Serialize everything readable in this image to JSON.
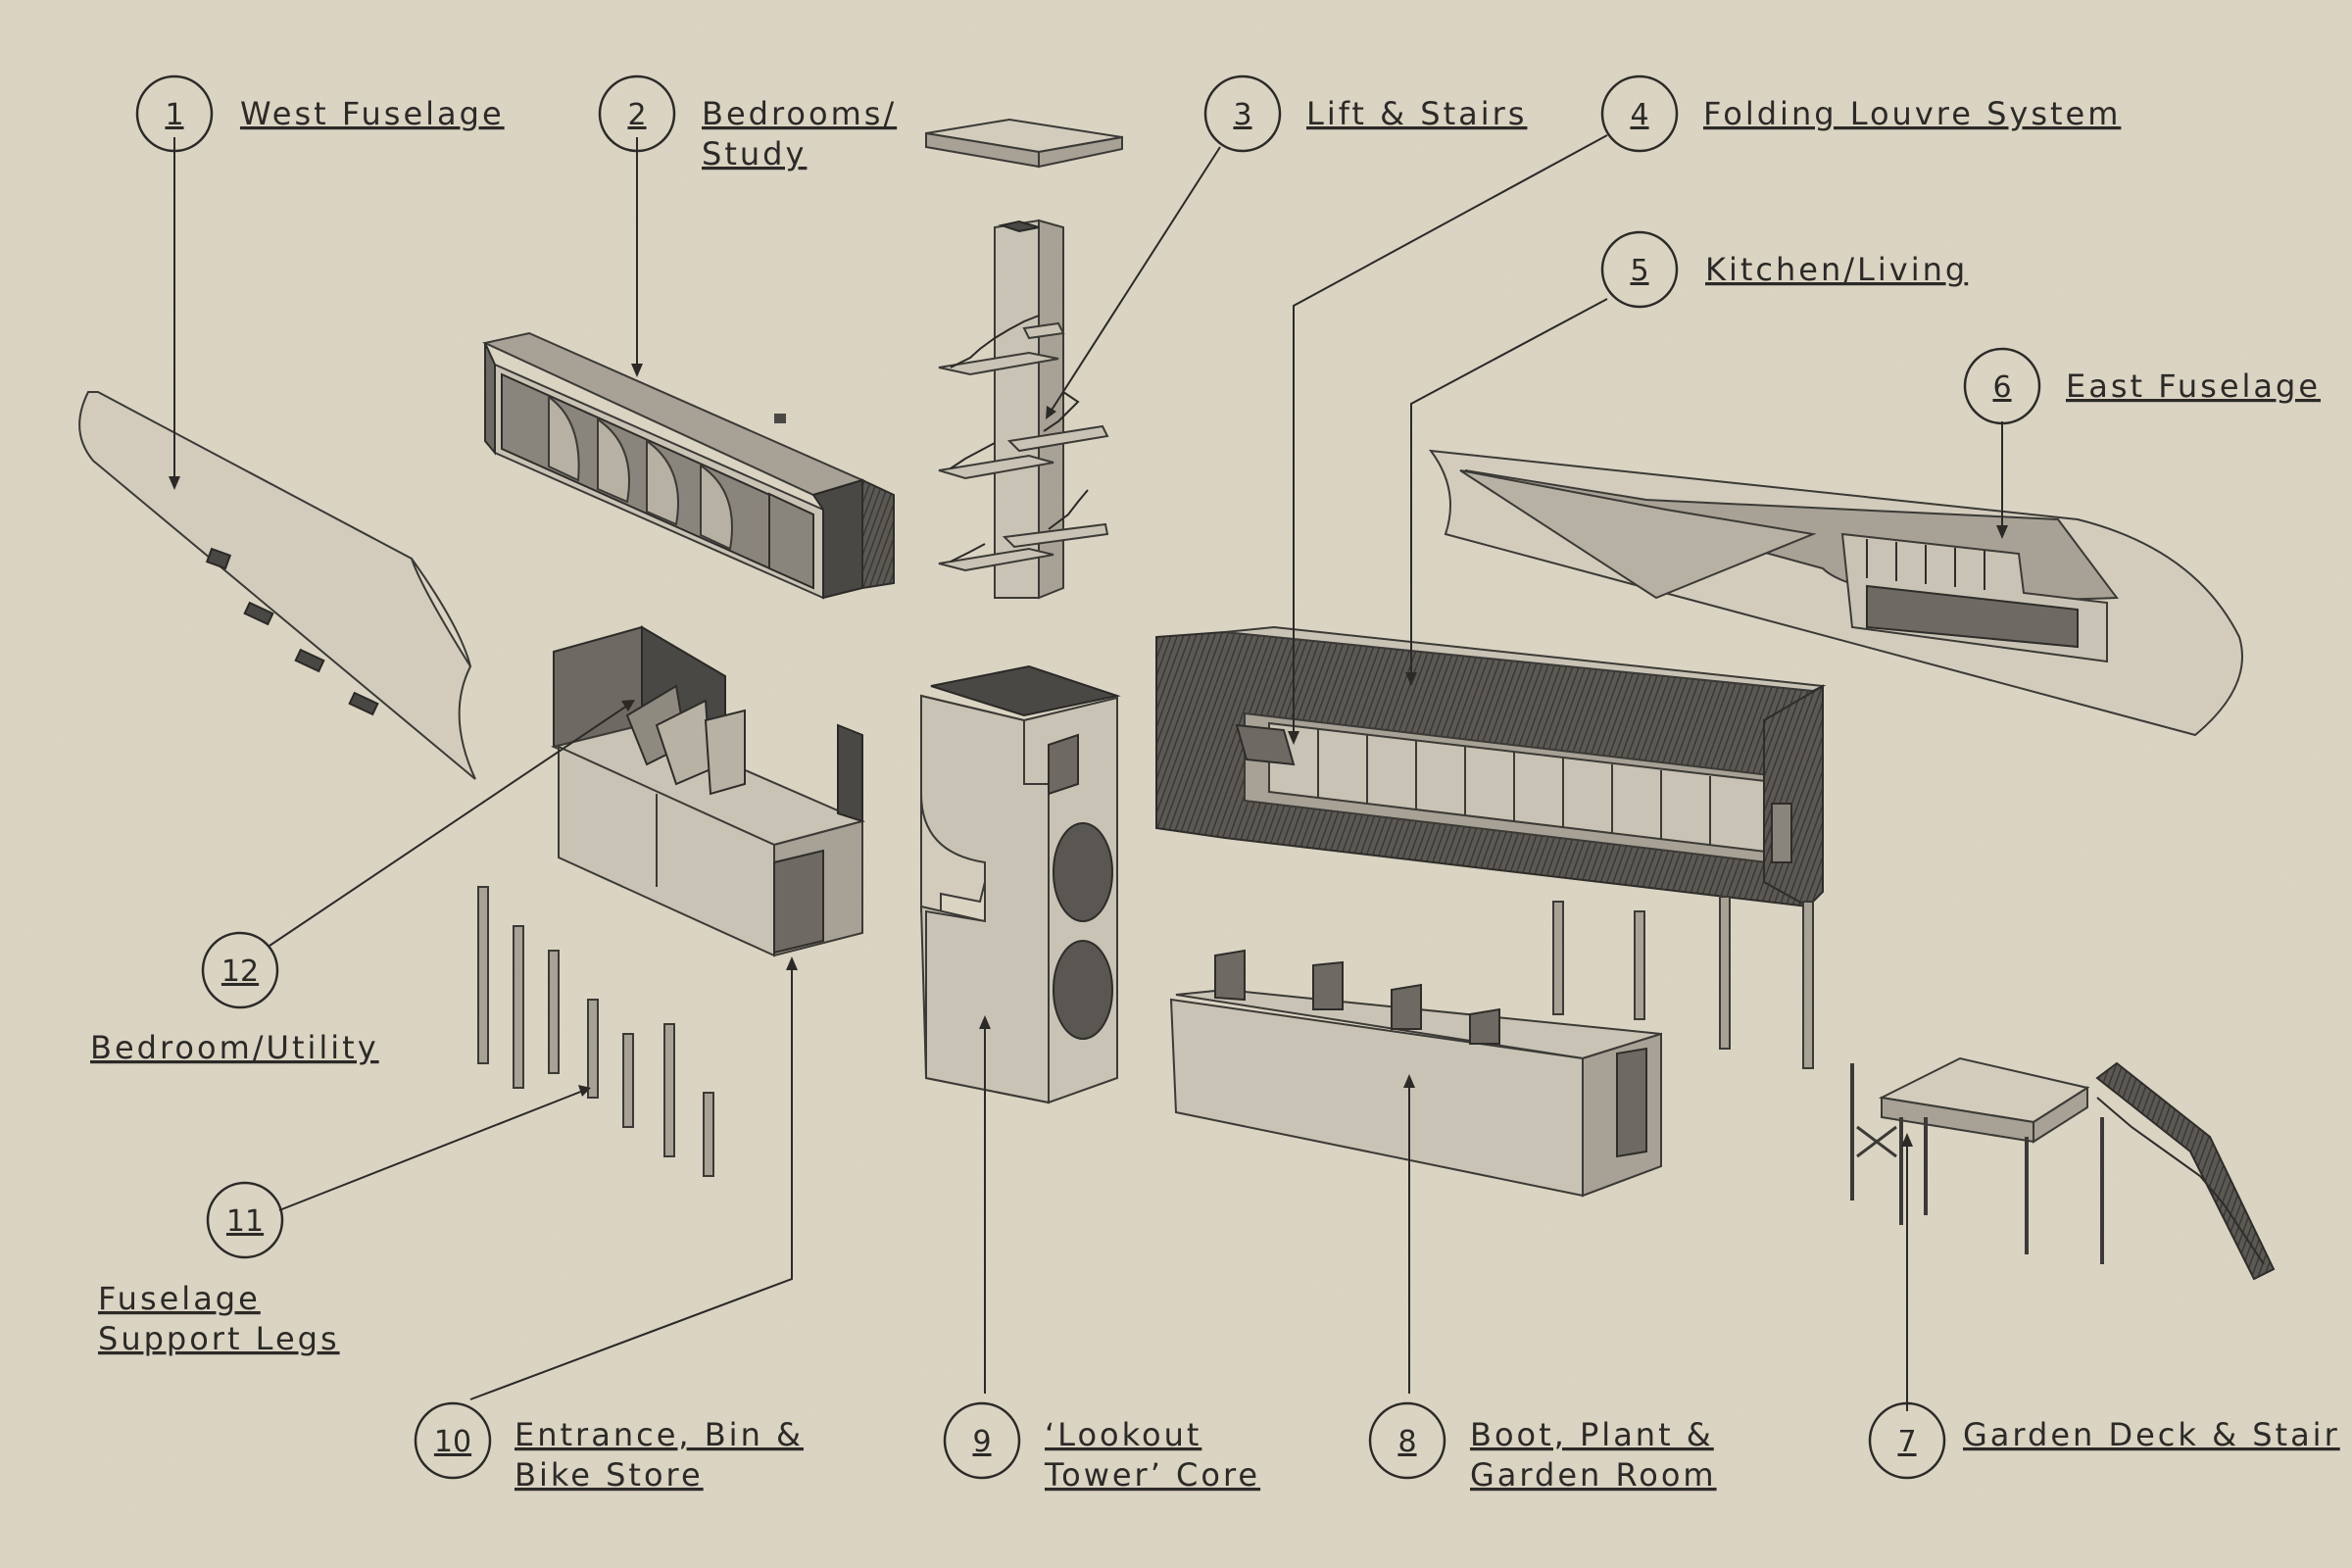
{
  "callouts": [
    {
      "num": "1",
      "lines": [
        "West Fuselage"
      ]
    },
    {
      "num": "2",
      "lines": [
        "Bedrooms/",
        "Study"
      ]
    },
    {
      "num": "3",
      "lines": [
        "Lift & Stairs"
      ]
    },
    {
      "num": "4",
      "lines": [
        "Folding Louvre System"
      ]
    },
    {
      "num": "5",
      "lines": [
        "Kitchen/Living"
      ]
    },
    {
      "num": "6",
      "lines": [
        "East Fuselage"
      ]
    },
    {
      "num": "7",
      "lines": [
        "Garden Deck & Stair"
      ]
    },
    {
      "num": "8",
      "lines": [
        "Boot, Plant &",
        "Garden Room"
      ]
    },
    {
      "num": "9",
      "lines": [
        "‘Lookout",
        "Tower’ Core"
      ]
    },
    {
      "num": "10",
      "lines": [
        "Entrance, Bin &",
        "Bike Store"
      ]
    },
    {
      "num": "11",
      "lines": [
        "Fuselage",
        "Support Legs"
      ]
    },
    {
      "num": "12",
      "lines": [
        "Bedroom/Utility"
      ]
    }
  ],
  "colors": {
    "paper": "#ddd6c5",
    "ink": "#2b2a27"
  }
}
